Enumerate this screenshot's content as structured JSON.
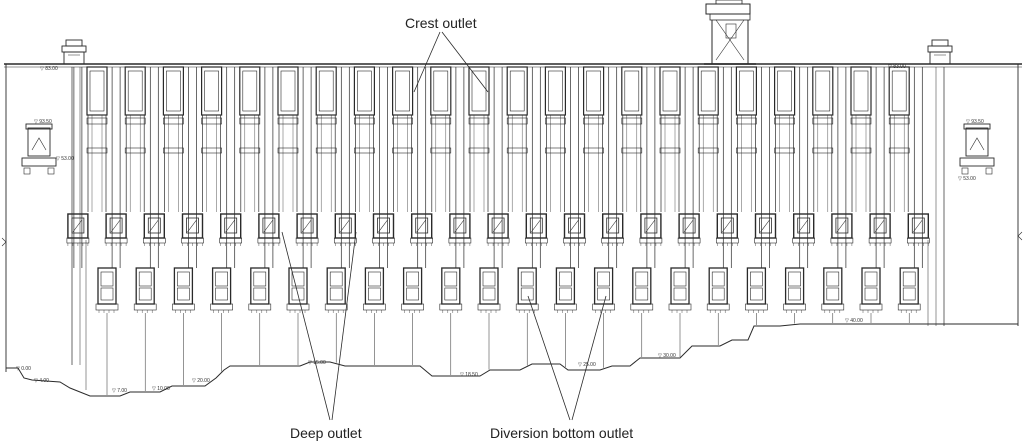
{
  "diagram": {
    "labels": {
      "crest": "Crest outlet",
      "deep": "Deep outlet",
      "diversion": "Diversion bottom outlet"
    },
    "crest_outlet_count": 22,
    "deep_outlet_count": 23,
    "diversion_outlet_count": 22,
    "elevations": {
      "dam_crest_left": "▽ 83.00",
      "dam_crest_right": "▽ 83.00",
      "left_house": "▽ 93.50",
      "right_house": "▽ 93.50",
      "left_mid": "▽ 53.00",
      "right_mid": "▽ 53.00",
      "bed_left": "▽ 0.00",
      "bed_a": "▽ 4.00",
      "bed_b": "▽ 7.00",
      "bed_c": "▽ 10.00",
      "bed_d": "▽ 20.00",
      "bed_e": "▽ 15.00",
      "bed_f": "▽ 18.50",
      "bed_g": "▽ 25.00",
      "bed_h": "▽ 30.00",
      "bed_right": "▽ 40.00"
    },
    "colors": {
      "line": "#2a2a2a",
      "background": "#ffffff"
    }
  }
}
